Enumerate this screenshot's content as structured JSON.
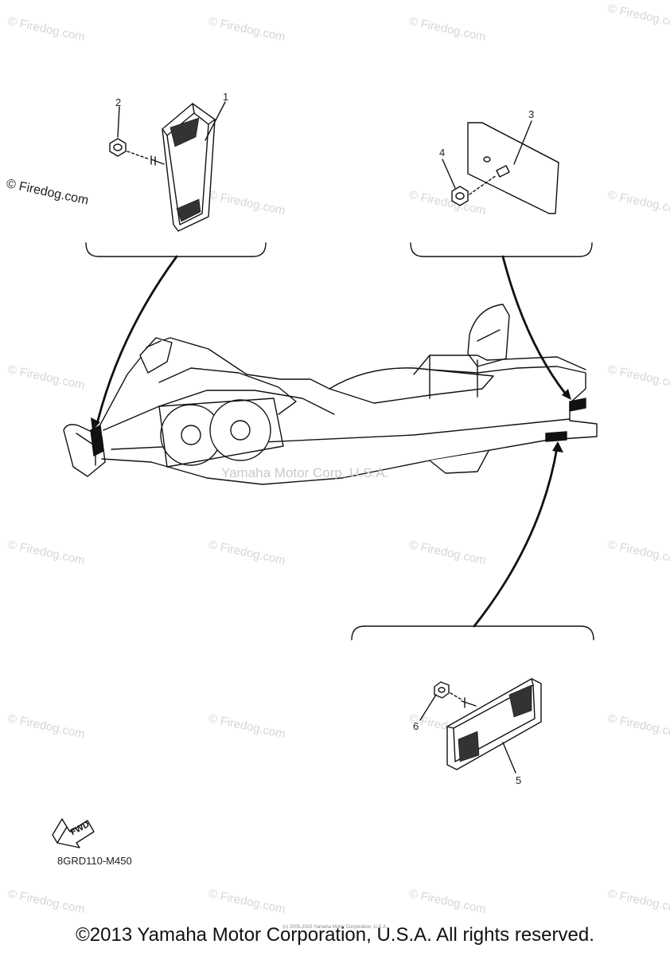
{
  "watermark": {
    "text": "© Firedog.com",
    "main_text": "© Firedog.com",
    "overlay_text": "Yamaha Motor Corp, U.S.A."
  },
  "callouts": {
    "c1": "1",
    "c2": "2",
    "c3": "3",
    "c4": "4",
    "c5": "5",
    "c6": "6"
  },
  "fwd_label": "FWD",
  "part_code": "8GRD110-M450",
  "micro_copyright": "(c) 2005-2015 Yamaha Motor Corporation, U.S.A.",
  "copyright": "©2013 Yamaha Motor Corporation, U.S.A. All rights reserved."
}
